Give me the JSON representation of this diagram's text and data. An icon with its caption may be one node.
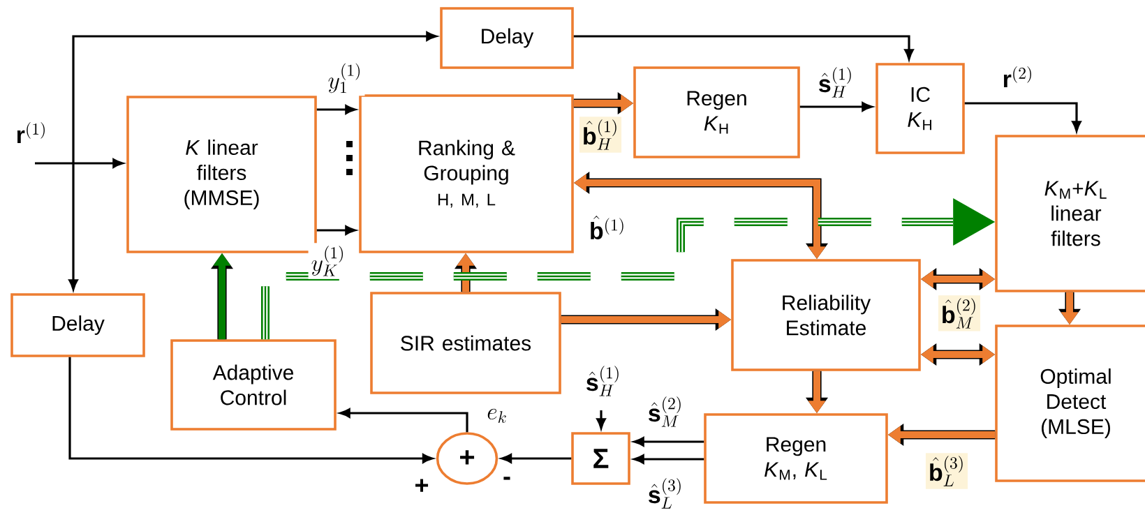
{
  "diagram": {
    "nodes": [
      {
        "text": [
          "Delay"
        ]
      },
      {
        "text": [
          "*K* linear filters (MMSE)"
        ]
      },
      {
        "text": [
          "Ranking & Grouping",
          "H, M, L"
        ]
      },
      {
        "text": [
          "Regen",
          "*K*$_{H}$"
        ]
      },
      {
        "text": [
          "IC",
          "*K*$_{H}$"
        ]
      },
      {
        "text": [
          "*K*$_{M}$+*K*$_{L}$ linear filters"
        ]
      },
      {
        "text": [
          "Reliability Estimate"
        ]
      },
      {
        "text": [
          "Optimal Detect (MLSE)"
        ]
      },
      {
        "text": [
          "Delay"
        ]
      },
      {
        "text": [
          "Adaptive Control"
        ]
      },
      {
        "text": [
          "SIR estimates"
        ]
      },
      {
        "text": [
          "Σ"
        ]
      },
      {
        "text": [
          "Regen",
          "*K*$_{M}$, *K*$_{L}$"
        ]
      },
      {
        "text": [
          "+"
        ]
      }
    ],
    "edges": [
      {
        "from": null,
        "to": 1,
        "arrow": "to",
        "label": "\\mathbf{r}^{(1)}"
      },
      {
        "from": null,
        "to": 0,
        "arrow": "to"
      },
      {
        "from": null,
        "to": 8,
        "arrow": "to"
      },
      {
        "from": 0,
        "to": 4,
        "arrow": "to"
      },
      {
        "from": 1,
        "to": 2,
        "arrow": "to",
        "label": "y_1^{(1)}"
      },
      {
        "from": 1,
        "to": 2,
        "arrow": "to",
        "label": "y_K^{(1)}"
      },
      {
        "from": 2,
        "to": 3,
        "arrow": "to",
        "label": "\\hat{\\mathbf{b}}_H^{(1)}",
        "style": "thick",
        "color": "#ed7d31"
      },
      {
        "from": 3,
        "to": 4,
        "arrow": "to",
        "label": "\\hat{\\mathbf{s}}_H^{(1)}"
      },
      {
        "from": 4,
        "to": 5,
        "arrow": "to",
        "label": "\\mathbf{r}^{(2)}"
      },
      {
        "from": 2,
        "to": 6,
        "arrow": "both",
        "label": "\\hat{\\mathbf{b}}^{(1)}",
        "style": "thick",
        "color": "#ed7d31"
      },
      {
        "from": 10,
        "to": 2,
        "arrow": "to",
        "style": "thick",
        "color": "#ed7d31"
      },
      {
        "from": 10,
        "to": 6,
        "arrow": "to",
        "style": "thick",
        "color": "#ed7d31"
      },
      {
        "from": 9,
        "to": 1,
        "arrow": "to",
        "style": "thick",
        "color": "#008000"
      },
      {
        "from": 9,
        "to": 5,
        "arrow": "to",
        "style": "dashed",
        "color": "#008000"
      },
      {
        "from": 6,
        "to": 5,
        "arrow": "both",
        "label": "\\hat{\\mathbf{b}}_M^{(2)}",
        "style": "thick",
        "color": "#ed7d31"
      },
      {
        "from": 6,
        "to": 7,
        "arrow": "both",
        "style": "thick",
        "color": "#ed7d31"
      },
      {
        "from": 5,
        "to": 7,
        "arrow": "to",
        "style": "thick",
        "color": "#ed7d31"
      },
      {
        "from": 6,
        "to": 12,
        "arrow": "to",
        "style": "thick",
        "color": "#ed7d31"
      },
      {
        "from": 7,
        "to": 12,
        "arrow": "to",
        "label": "\\hat{\\mathbf{b}}_L^{(3)}",
        "style": "thick",
        "color": "#ed7d31"
      },
      {
        "from": 12,
        "to": 11,
        "arrow": "to",
        "label": "\\hat{\\mathbf{s}}_M^{(2)}"
      },
      {
        "from": 12,
        "to": 11,
        "arrow": "to",
        "label": "\\hat{\\mathbf{s}}_L^{(3)}"
      },
      {
        "from": null,
        "to": 11,
        "arrow": "to",
        "label": "\\hat{\\mathbf{s}}_H^{(1)}"
      },
      {
        "from": 11,
        "to": 13,
        "arrow": "to"
      },
      {
        "from": 8,
        "to": 13,
        "arrow": "to"
      },
      {
        "from": 13,
        "to": 9,
        "arrow": "to",
        "label": "e_k"
      }
    ],
    "labels": [
      "+",
      "-"
    ]
  }
}
